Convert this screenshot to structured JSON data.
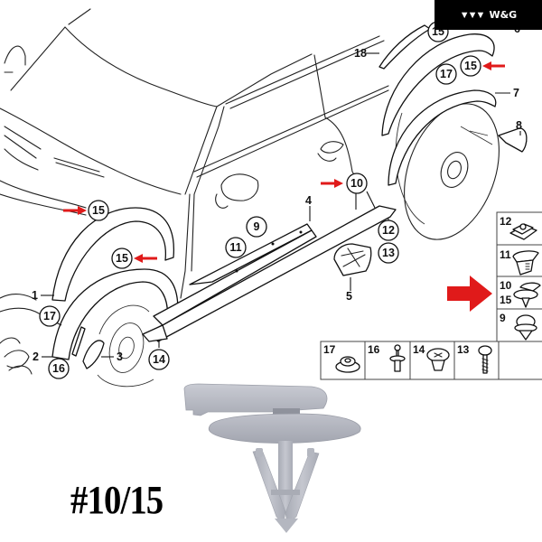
{
  "brand": {
    "logo_icon": "triple-chevron-logo",
    "name": "W&G"
  },
  "product_label": "#10/15",
  "colors": {
    "highlight_arrow": "#e01a1a",
    "clip_plastic": "#b9bbc4",
    "brand_bg": "#000000"
  },
  "callouts": {
    "c15_top_right": "15",
    "c15_rear_arch": "15",
    "c17_rear_arch": "17",
    "c10_door": "10",
    "c12_sill": "12",
    "c13_sill": "13",
    "c9_sill": "9",
    "c11_sill": "11",
    "c15_front_top": "15",
    "c15_front_mid": "15",
    "c17_front": "17",
    "c16_front": "16",
    "c14_front": "14"
  },
  "labels": {
    "l18": "18",
    "l6": "6",
    "l7": "7",
    "l8": "8",
    "l4": "4",
    "l5": "5",
    "l1": "1",
    "l2": "2",
    "l3": "3"
  },
  "parts_grid": {
    "column": [
      {
        "numbers": [
          "12"
        ],
        "icon": "clip-nut-icon"
      },
      {
        "numbers": [
          "11"
        ],
        "icon": "expansion-clip-icon"
      },
      {
        "numbers": [
          "10",
          "15"
        ],
        "icon": "trim-rivet-clip-icon",
        "highlighted": true
      },
      {
        "numbers": [
          "9"
        ],
        "icon": "push-rivet-icon"
      }
    ],
    "row": [
      {
        "numbers": [
          "17"
        ],
        "icon": "grommet-icon"
      },
      {
        "numbers": [
          "16"
        ],
        "icon": "screw-rivet-icon"
      },
      {
        "numbers": [
          "14"
        ],
        "icon": "screw-clip-icon"
      },
      {
        "numbers": [
          "13"
        ],
        "icon": "screw-icon"
      },
      {
        "numbers": [],
        "icon": ""
      }
    ]
  }
}
